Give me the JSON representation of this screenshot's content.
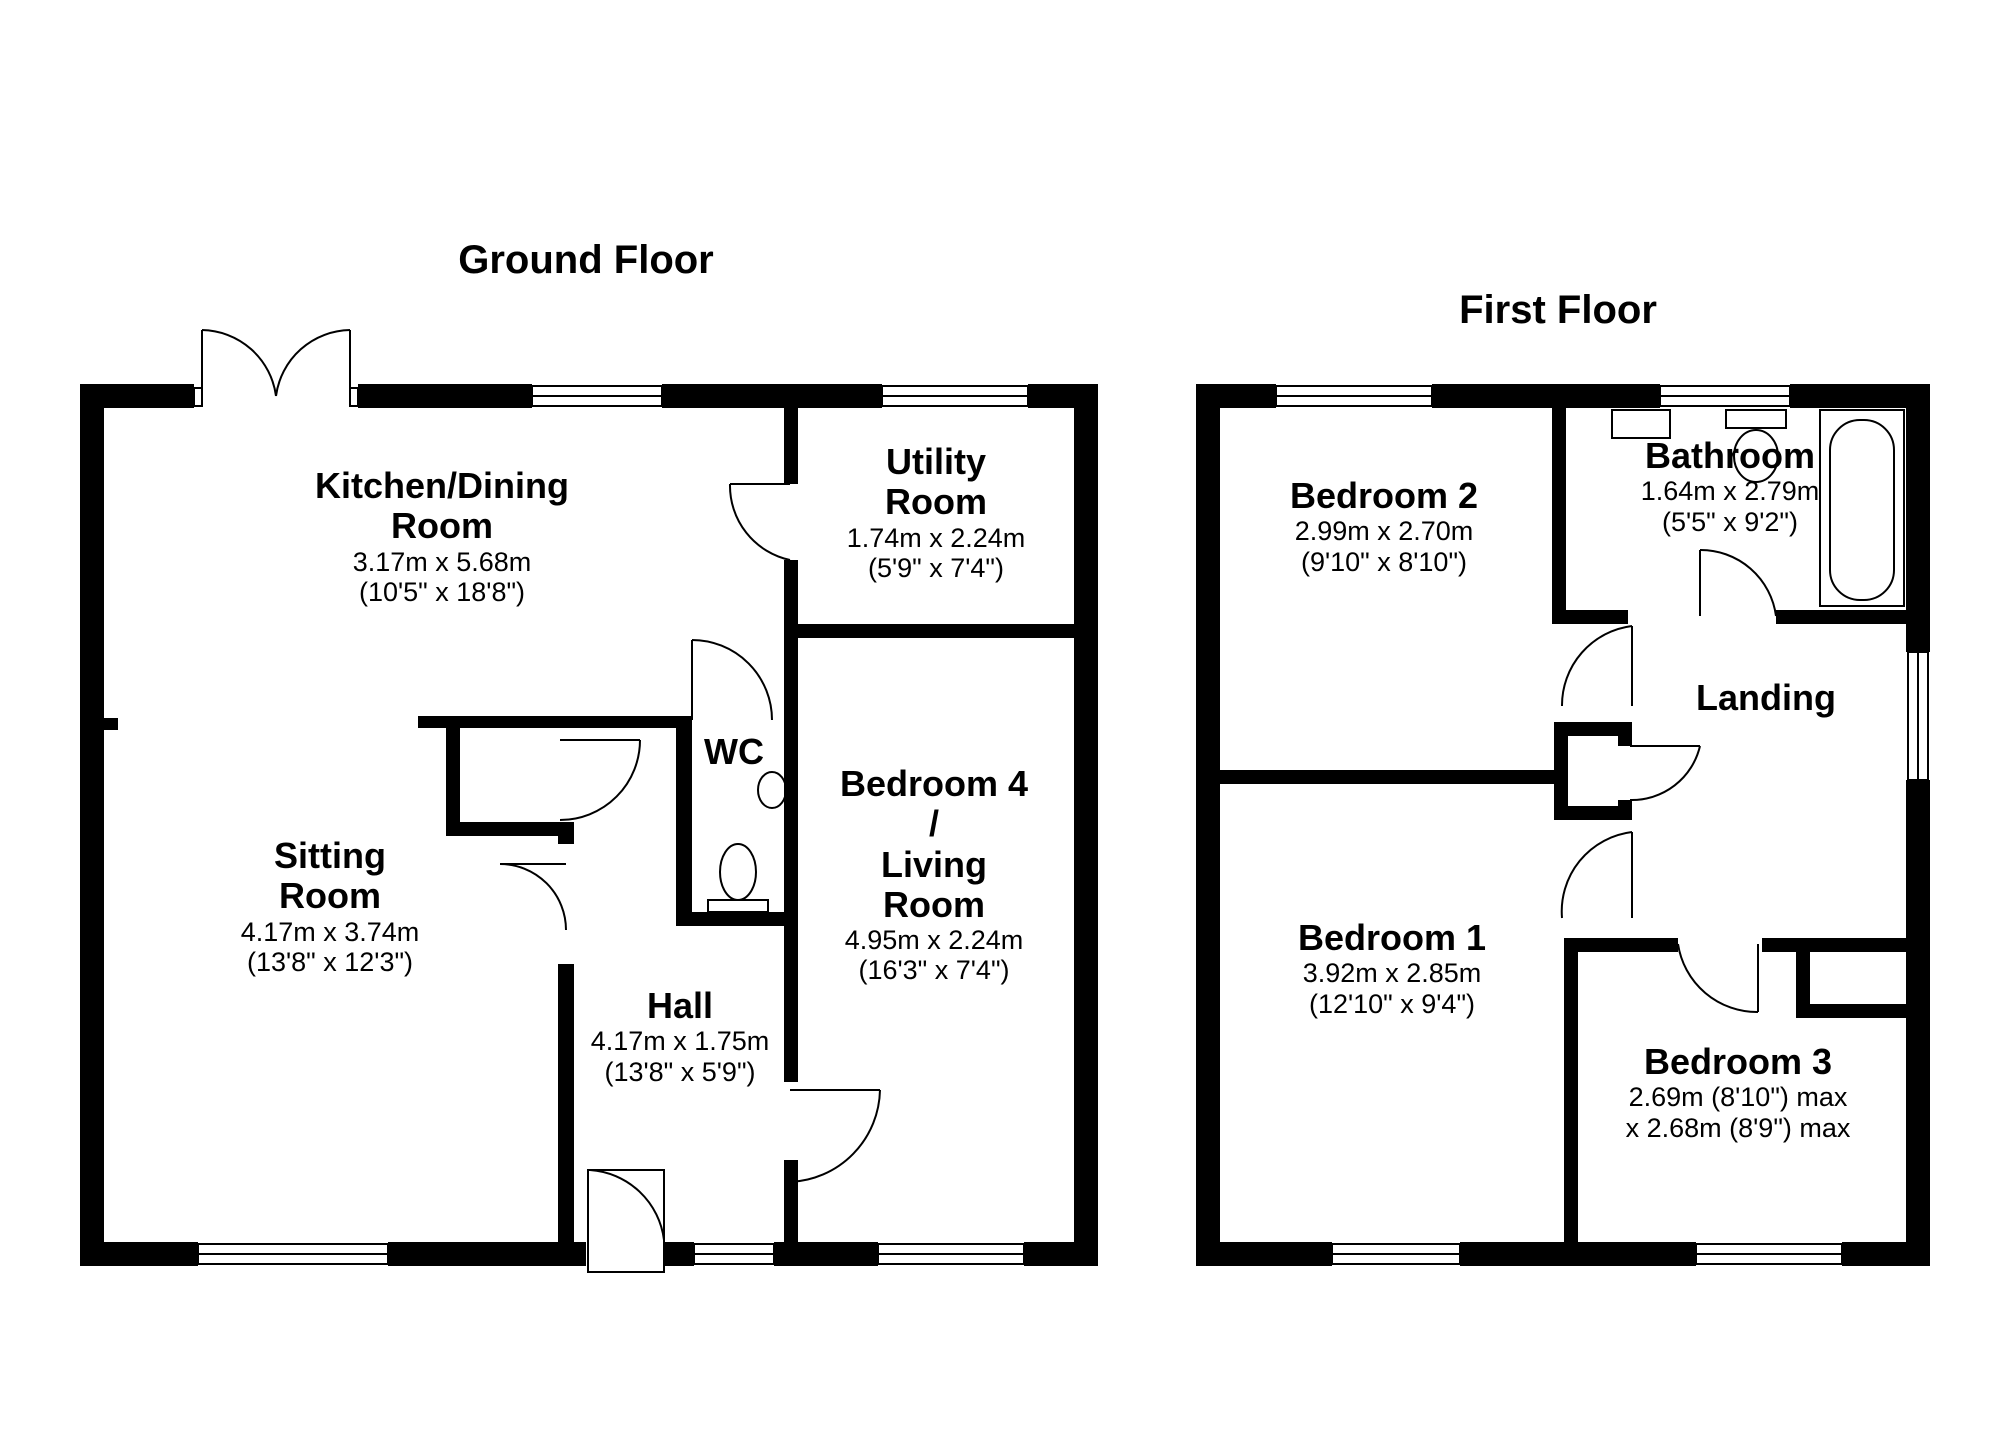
{
  "floors": [
    {
      "title": "Ground Floor",
      "rooms": [
        {
          "name": "Kitchen/Dining Room",
          "name_lines": [
            "Kitchen/Dining",
            "Room"
          ],
          "dim_metric": "3.17m x 5.68m",
          "dim_imperial": "(10'5\" x 18'8\")"
        },
        {
          "name": "Utility Room",
          "name_lines": [
            "Utility",
            "Room"
          ],
          "dim_metric": "1.74m x 2.24m",
          "dim_imperial": "(5'9\" x 7'4\")"
        },
        {
          "name": "WC",
          "name_lines": [
            "WC"
          ]
        },
        {
          "name": "Sitting Room",
          "name_lines": [
            "Sitting",
            "Room"
          ],
          "dim_metric": "4.17m x 3.74m",
          "dim_imperial": "(13'8\" x 12'3\")"
        },
        {
          "name": "Bedroom 4 / Living Room",
          "name_lines": [
            "Bedroom 4",
            "/",
            "Living",
            "Room"
          ],
          "dim_metric": "4.95m x 2.24m",
          "dim_imperial": "(16'3\" x 7'4\")"
        },
        {
          "name": "Hall",
          "name_lines": [
            "Hall"
          ],
          "dim_metric": "4.17m x 1.75m",
          "dim_imperial": "(13'8\" x 5'9\")"
        }
      ]
    },
    {
      "title": "First Floor",
      "rooms": [
        {
          "name": "Bedroom 2",
          "name_lines": [
            "Bedroom 2"
          ],
          "dim_metric": "2.99m x 2.70m",
          "dim_imperial": "(9'10\" x 8'10\")"
        },
        {
          "name": "Bathroom",
          "name_lines": [
            "Bathroom"
          ],
          "dim_metric": "1.64m x 2.79m",
          "dim_imperial": "(5'5\" x 9'2\")"
        },
        {
          "name": "Landing",
          "name_lines": [
            "Landing"
          ]
        },
        {
          "name": "Bedroom 1",
          "name_lines": [
            "Bedroom 1"
          ],
          "dim_metric": "3.92m x 2.85m",
          "dim_imperial": "(12'10\" x 9'4\")"
        },
        {
          "name": "Bedroom 3",
          "name_lines": [
            "Bedroom 3"
          ],
          "dim_metric": "2.69m (8'10\") max",
          "dim_imperial": "x 2.68m (8'9\") max"
        }
      ]
    }
  ],
  "colors": {
    "wall": "#000000",
    "background": "#ffffff",
    "line": "#000000"
  }
}
